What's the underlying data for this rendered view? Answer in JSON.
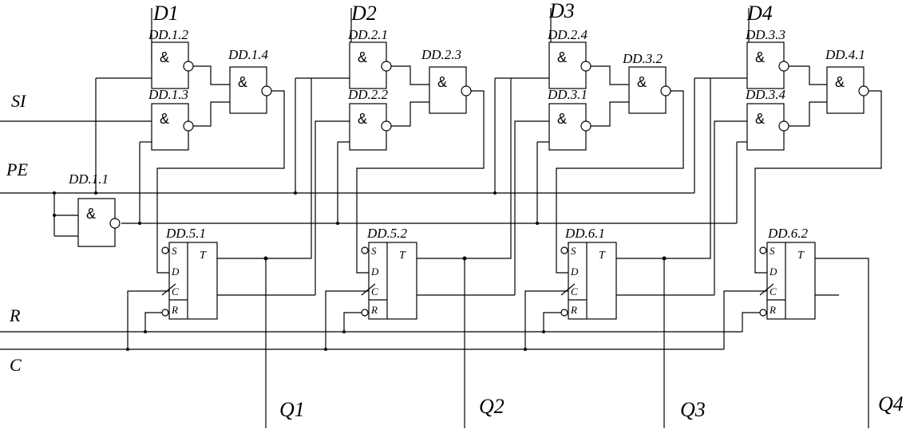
{
  "inputs": {
    "data": [
      "D1",
      "D2",
      "D3",
      "D4"
    ],
    "si": "SI",
    "pe": "PE",
    "r": "R",
    "c": "C"
  },
  "outputs": [
    "Q1",
    "Q2",
    "Q3",
    "Q4"
  ],
  "gates": {
    "pe_inverter": "DD.1.1",
    "stages": [
      {
        "upper": "DD.1.2",
        "lower": "DD.1.3",
        "or_gate": "DD.1.4",
        "trigger": "DD.5.1"
      },
      {
        "upper": "DD.2.1",
        "lower": "DD.2.2",
        "or_gate": "DD.2.3",
        "trigger": "DD.5.2"
      },
      {
        "upper": "DD.2.4",
        "lower": "DD.3.1",
        "or_gate": "DD.3.2",
        "trigger": "DD.6.1"
      },
      {
        "upper": "DD.3.3",
        "lower": "DD.3.4",
        "or_gate": "DD.4.1",
        "trigger": "DD.6.2"
      }
    ]
  },
  "symbols": {
    "and": "&",
    "trigger": "T",
    "pins": {
      "s": "S",
      "d": "D",
      "c": "C",
      "r": "R"
    }
  }
}
